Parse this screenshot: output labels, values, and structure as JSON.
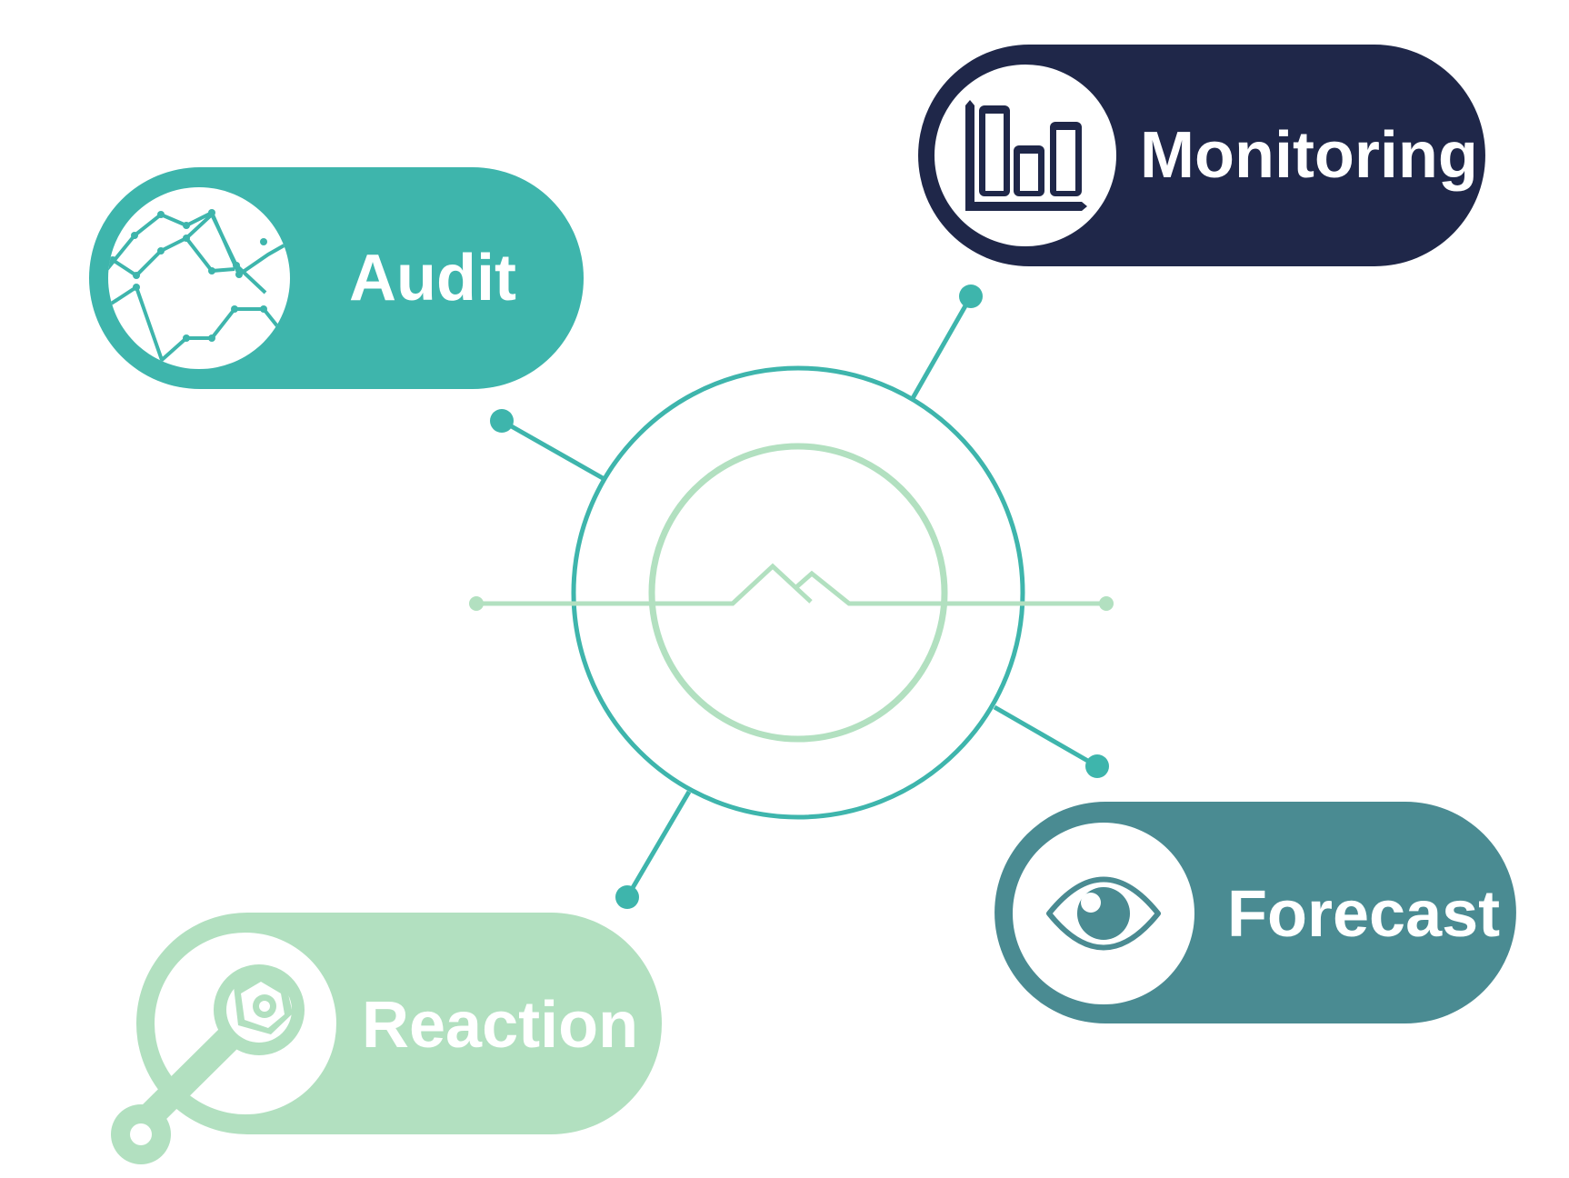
{
  "nodes": [
    {
      "key": "audit",
      "label": "Audit",
      "color": "#3EB5AC",
      "icon": "network-graph-icon"
    },
    {
      "key": "monitoring",
      "label": "Monitoring",
      "color": "#1F2749",
      "icon": "bar-chart-icon"
    },
    {
      "key": "forecast",
      "label": "Forecast",
      "color": "#4A8B92",
      "icon": "eye-icon"
    },
    {
      "key": "reaction",
      "label": "Reaction",
      "color": "#B2E0C0",
      "icon": "wrench-icon"
    }
  ],
  "hub": {
    "outer_ring_color": "#3EB5AC",
    "inner_ring_color": "#B2E0C0",
    "icon": "trend-line-icon"
  },
  "connector_color": "#3EB5AC",
  "background": "#FFFFFF"
}
